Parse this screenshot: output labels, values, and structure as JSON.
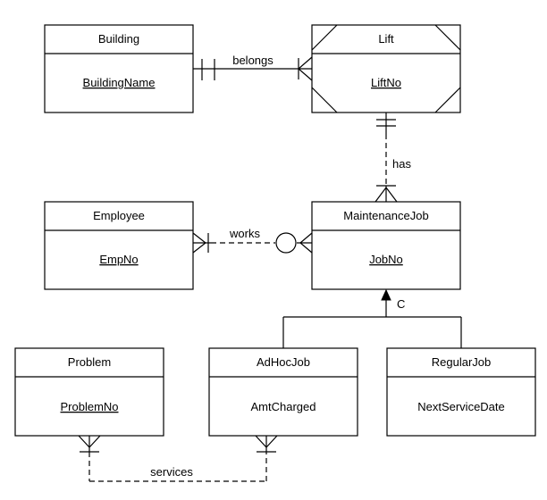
{
  "entities": {
    "building": {
      "name": "Building",
      "attribute": "BuildingName",
      "key": true
    },
    "lift": {
      "name": "Lift",
      "attribute": "LiftNo",
      "key": true
    },
    "employee": {
      "name": "Employee",
      "attribute": "EmpNo",
      "key": true
    },
    "maintenance_job": {
      "name": "MaintenanceJob",
      "attribute": "JobNo",
      "key": true
    },
    "problem": {
      "name": "Problem",
      "attribute": "ProblemNo",
      "key": true
    },
    "adhoc_job": {
      "name": "AdHocJob",
      "attribute": "AmtCharged",
      "key": false
    },
    "regular_job": {
      "name": "RegularJob",
      "attribute": "NextServiceDate",
      "key": false
    }
  },
  "relationships": {
    "belongs": {
      "label": "belongs"
    },
    "has": {
      "label": "has"
    },
    "works": {
      "label": "works"
    },
    "services": {
      "label": "services"
    }
  },
  "generalization": {
    "label": "C"
  }
}
